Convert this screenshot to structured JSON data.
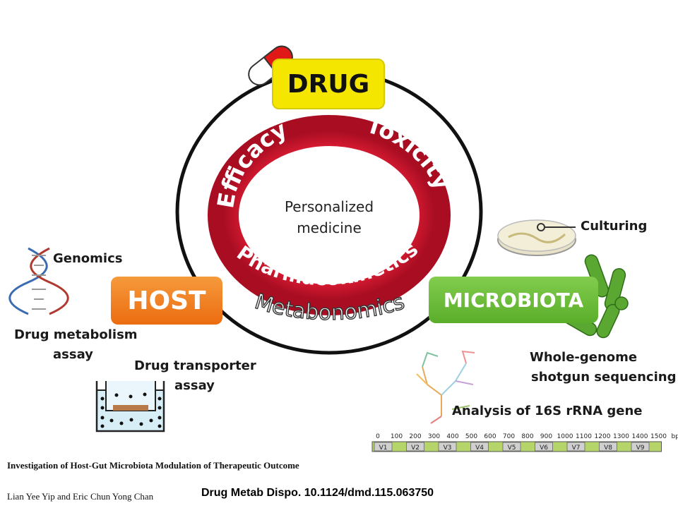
{
  "center": {
    "line1": "Personalized",
    "line2": "medicine"
  },
  "ring_labels": {
    "efficacy": "Efficacy",
    "toxicity": "Toxicity",
    "pharmacokinetics": "Pharmacokinetics",
    "metabonomics": "Metabonomics"
  },
  "nodes": {
    "drug": "DRUG",
    "host": "HOST",
    "microbiota": "MICROBIOTA"
  },
  "host_methods": {
    "genomics": "Genomics",
    "metab_line1": "Drug metabolism",
    "metab_line2": "assay",
    "transporter_line1": "Drug transporter",
    "transporter_line2": "assay"
  },
  "microbiota_methods": {
    "culturing": "Culturing",
    "wgs_line1": "Whole-genome",
    "wgs_line2": "shotgun sequencing",
    "rrna": "Analysis of 16S rRNA gene"
  },
  "gene_map": {
    "unit": "bp",
    "ticks": [
      "0",
      "100",
      "200",
      "300",
      "400",
      "500",
      "600",
      "700",
      "800",
      "900",
      "1000",
      "1100",
      "1200",
      "1300",
      "1400",
      "1500"
    ],
    "regions": [
      "V1",
      "V2",
      "V3",
      "V4",
      "V5",
      "V6",
      "V7",
      "V8",
      "V9"
    ]
  },
  "footer": {
    "title": "Investigation of Host-Gut Microbiota Modulation of Therapeutic Outcome",
    "authors": "Lian Yee Yip and Eric Chun Yong Chan",
    "citation": "Drug Metab Dispo. 10.1124/dmd.115.063750"
  },
  "colors": {
    "ring": "#c8102e",
    "drug_box": "#f5e600",
    "host_box": "#f07a1a",
    "microbiota_box": "#6cbf3a",
    "gene_green": "#b5d56a",
    "gene_grey": "#d0d0d0"
  }
}
